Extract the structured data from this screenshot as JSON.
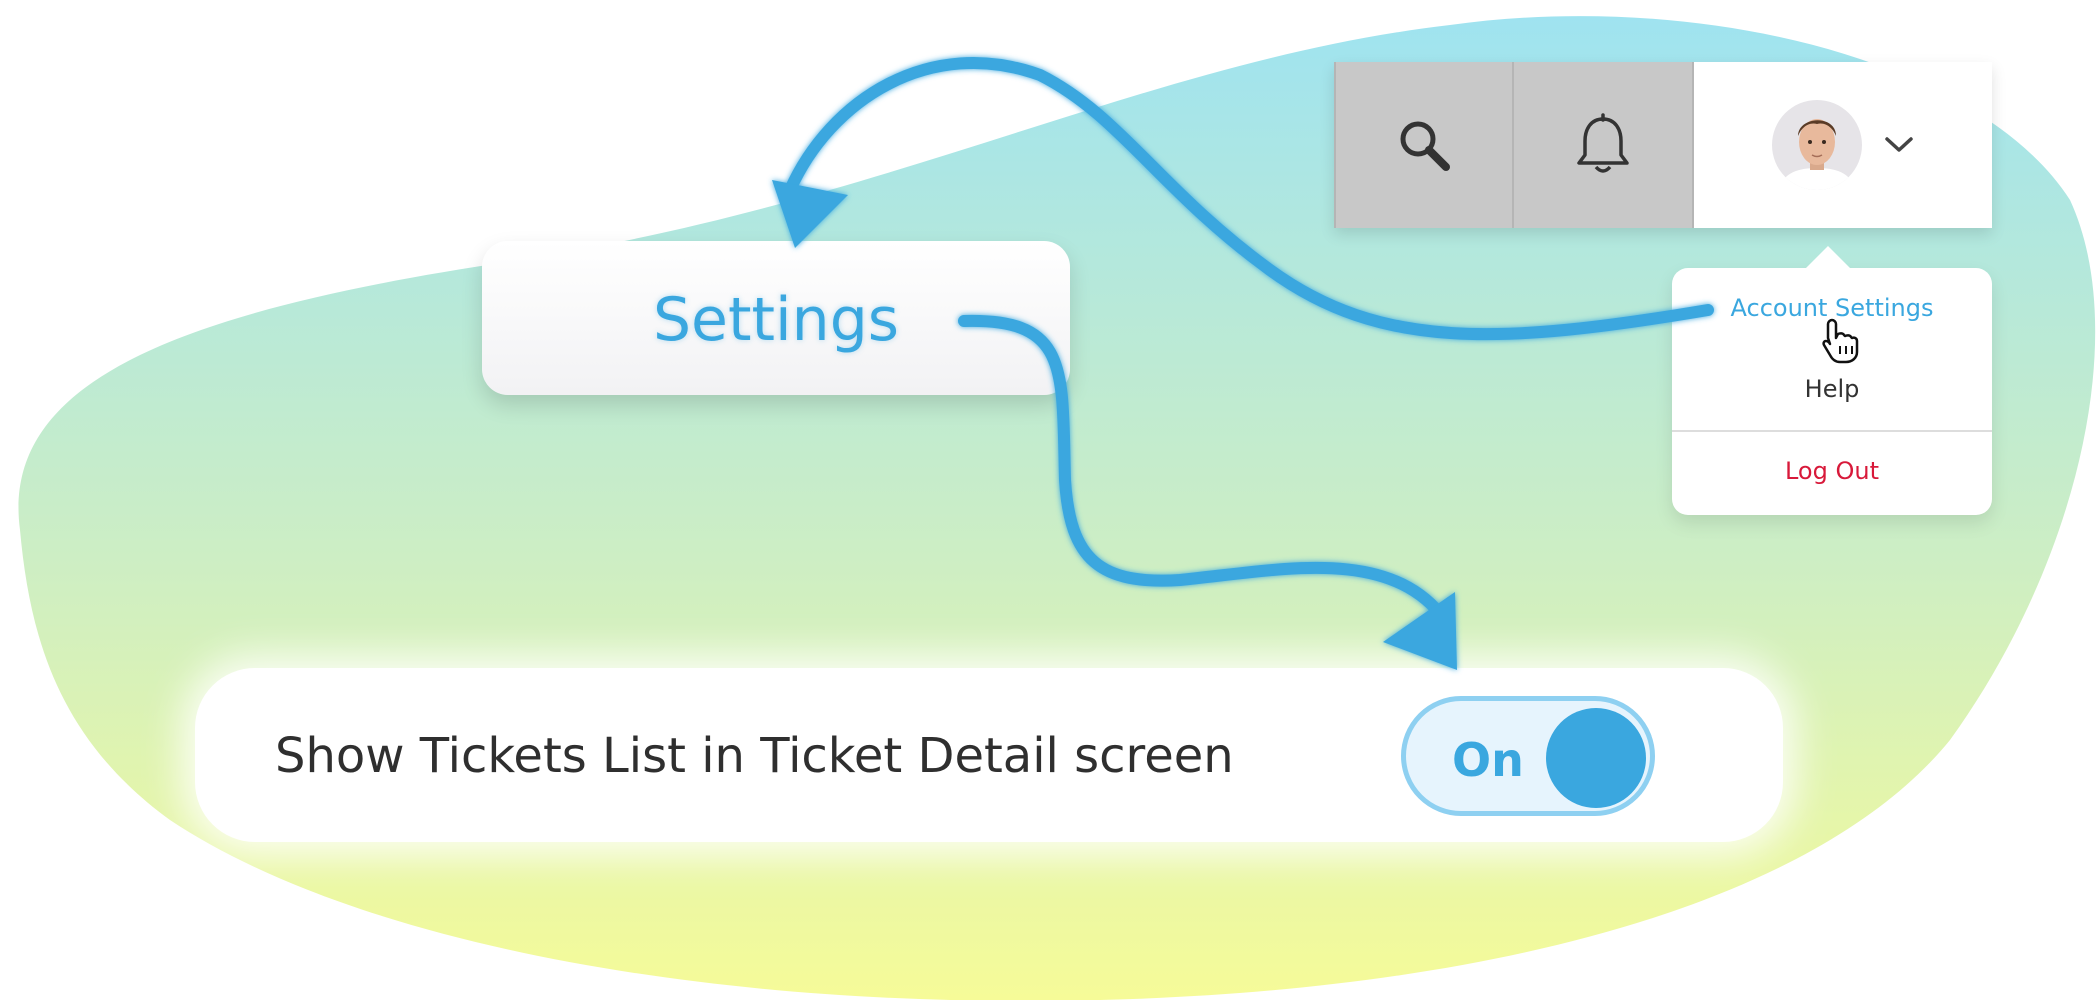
{
  "colors": {
    "accent": "#3aa7df",
    "danger": "#d8193a",
    "text": "#2f2f2f",
    "toolbar_gray": "#c8c8c8",
    "blob_top": "#9fe3f0",
    "blob_bottom": "#f6fb98"
  },
  "topbar": {
    "icons": [
      "search-icon",
      "bell-icon",
      "avatar",
      "chevron-down-icon"
    ]
  },
  "menu": {
    "account_settings": "Account Settings",
    "help": "Help",
    "log_out": "Log Out"
  },
  "settings_card": {
    "label": "Settings"
  },
  "option": {
    "label": "Show Tickets List in Ticket Detail screen",
    "toggle_state": "On"
  }
}
